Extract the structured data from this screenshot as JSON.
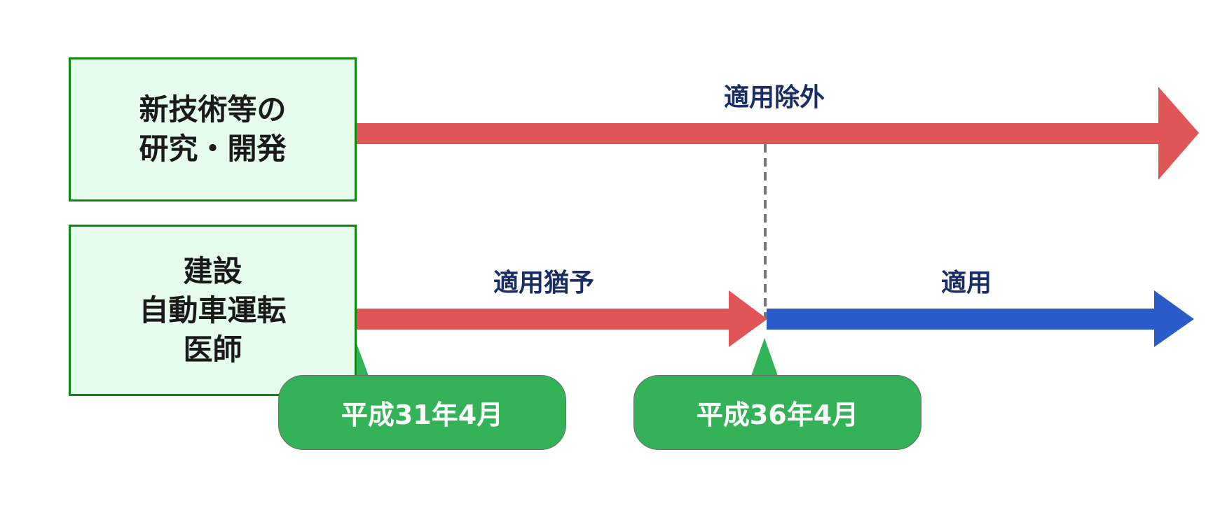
{
  "diagram": {
    "title": "",
    "colors": {
      "box_fill": "#e6fcec",
      "box_border": "#0e8a14",
      "exempt_arrow": "#e05656",
      "apply_arrow": "#2a5bc9",
      "label_text": "#1a2e66",
      "badge_fill": "#33b257",
      "badge_text": "#ffffff",
      "divider": "#777777"
    },
    "categories": [
      {
        "id": "new-tech",
        "label": "新技術等の\n研究・開発"
      },
      {
        "id": "construction-driving-doctors",
        "label": "建設\n自動車運転\n医師"
      }
    ],
    "arrows": [
      {
        "id": "exempt",
        "row": "new-tech",
        "label": "適用除外",
        "color": "red"
      },
      {
        "id": "grace",
        "row": "construction-driving-doctors",
        "label": "適用猶予",
        "color": "red"
      },
      {
        "id": "apply",
        "row": "construction-driving-doctors",
        "label": "適用",
        "color": "blue"
      }
    ],
    "milestones": [
      {
        "id": "start",
        "label": "平成31年4月"
      },
      {
        "id": "switch",
        "label": "平成36年4月"
      }
    ]
  }
}
